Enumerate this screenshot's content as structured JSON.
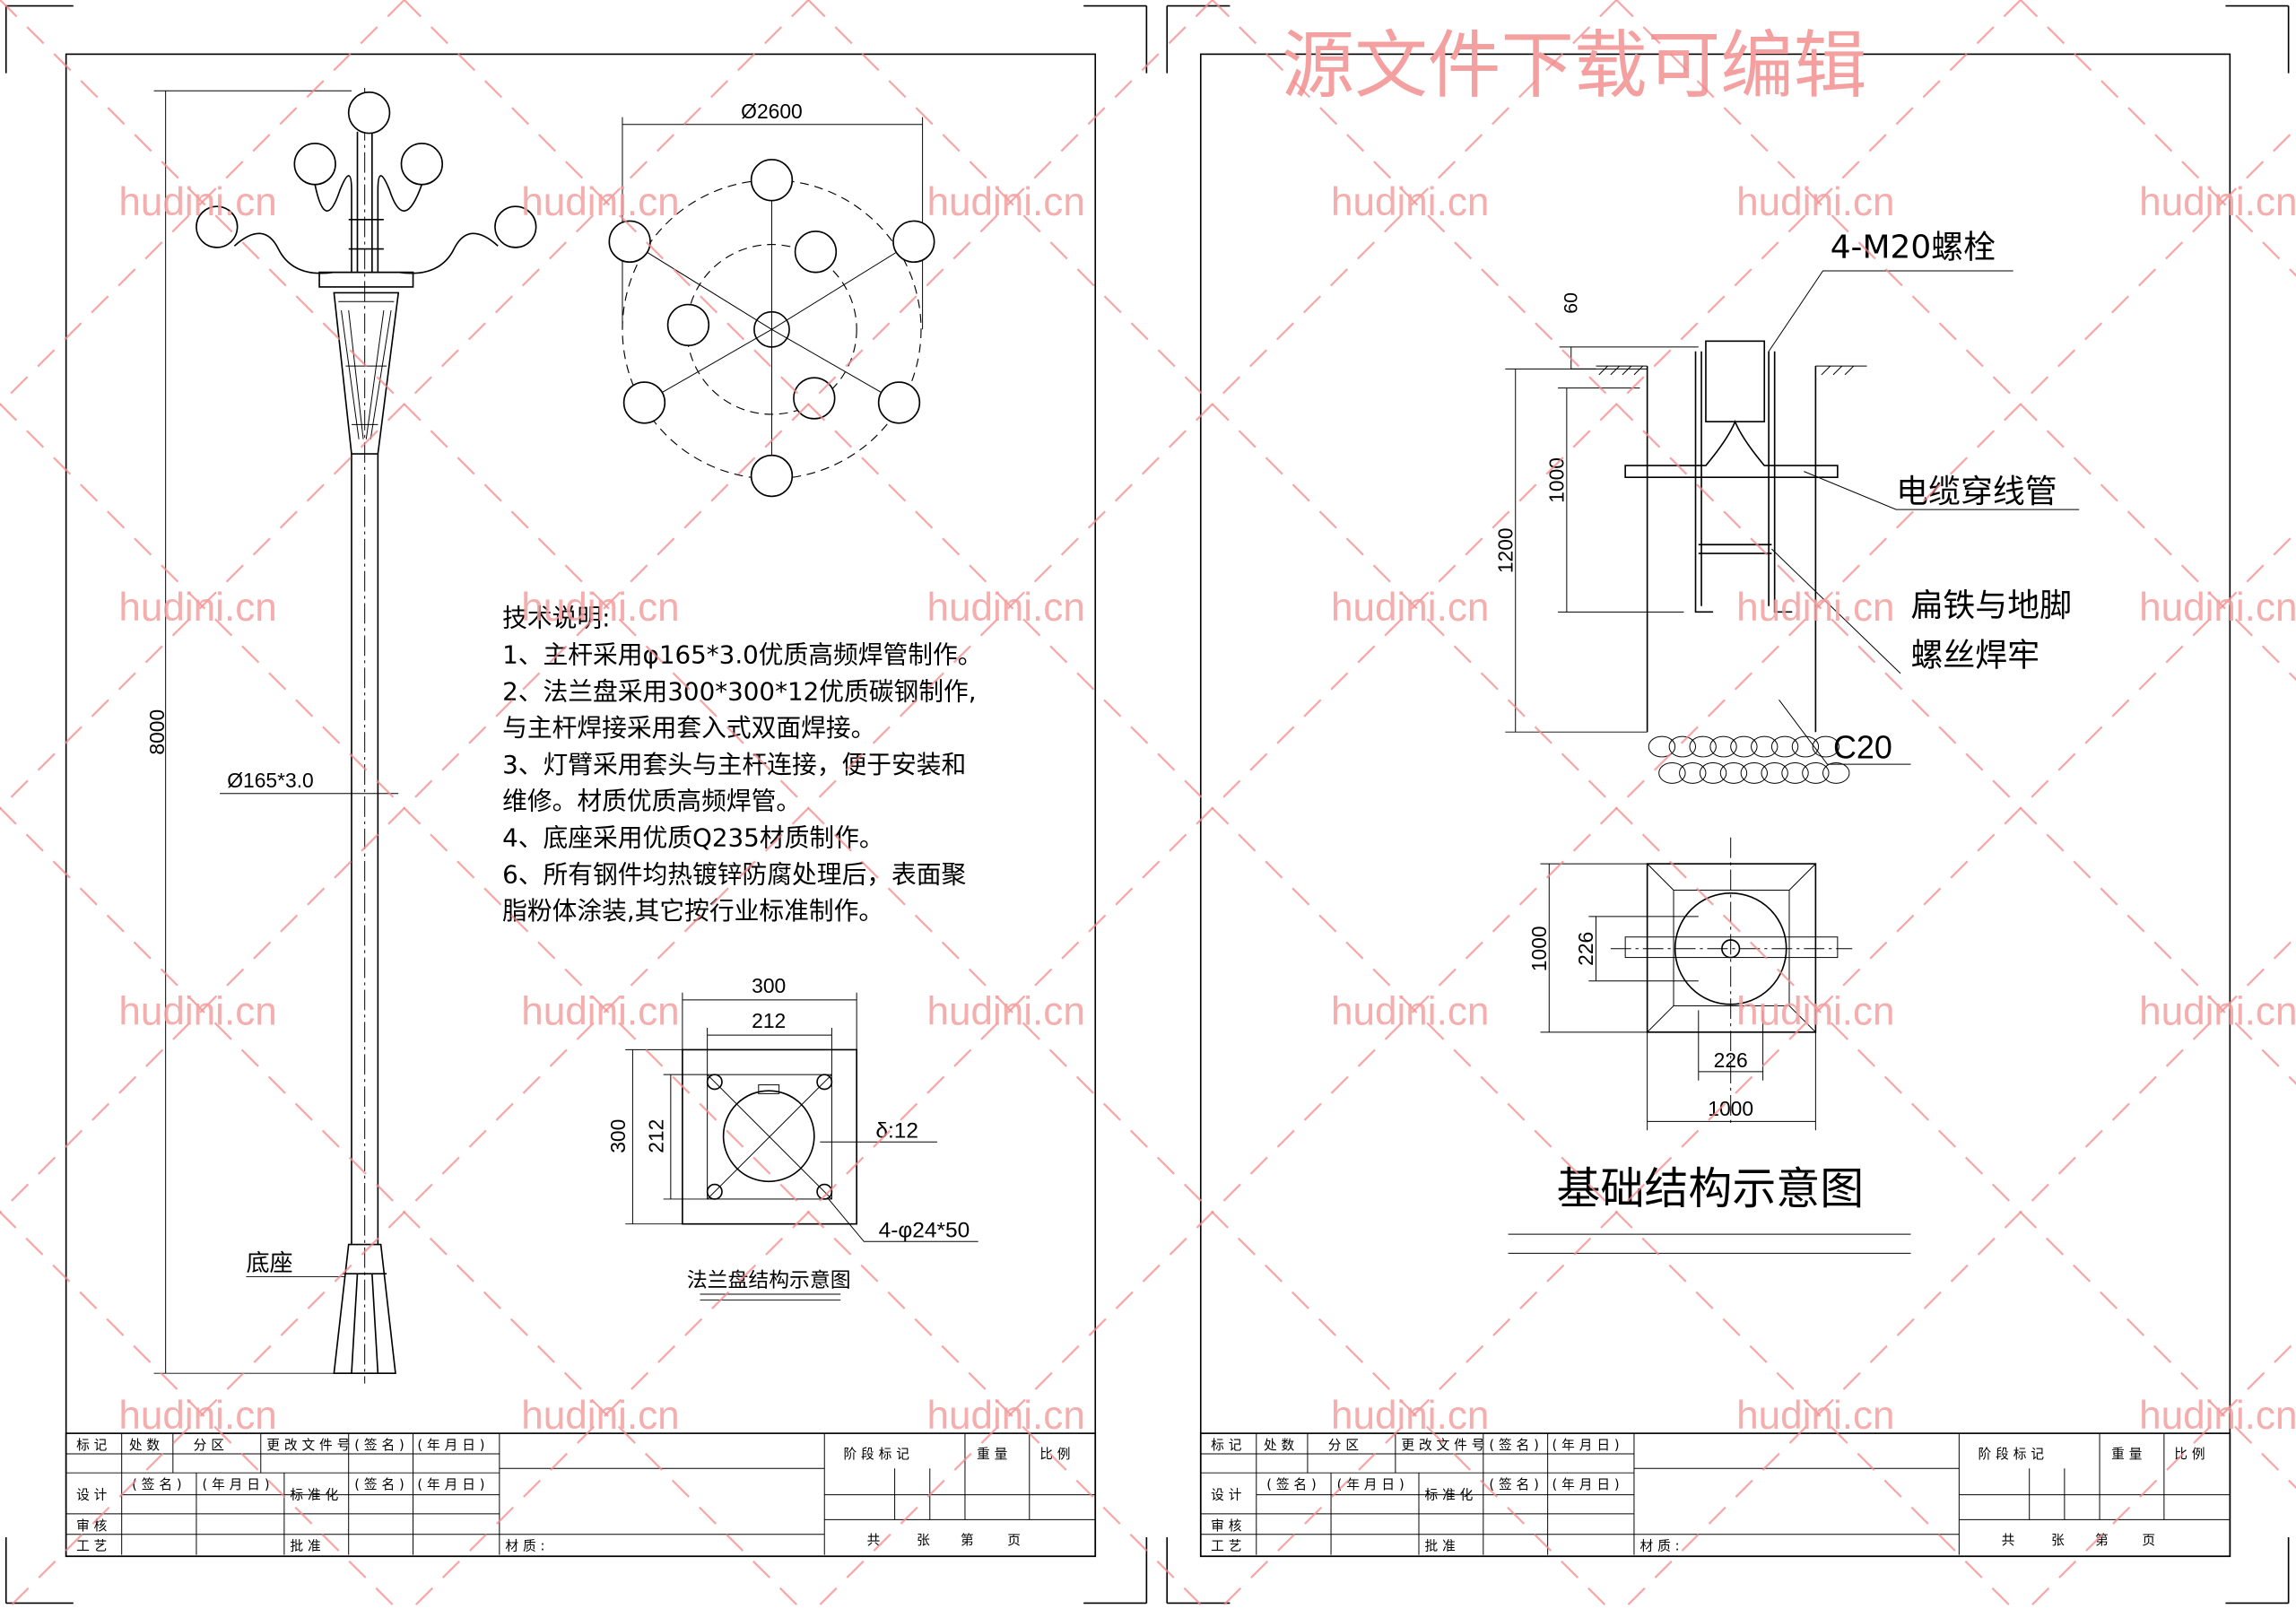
{
  "banner": "源文件下载可编辑",
  "watermark": {
    "text": "hudini.cn",
    "color": "#f4a0a0"
  },
  "pole_drawing": {
    "height_dim": "8000",
    "top_view_dim": "Ø2600",
    "pole_dim": "Ø165*3.0",
    "base_label": "底座"
  },
  "tech_notes": {
    "title": "技术说明:",
    "lines": [
      "1、主杆采用φ165*3.0优质高频焊管制作。",
      "2、法兰盘采用300*300*12优质碳钢制作,",
      "与主杆焊接采用套入式双面焊接。",
      "3、灯臂采用套头与主杆连接，便于安装和",
      "维修。材质优质高频焊管。",
      "4、底座采用优质Q235材质制作。",
      "6、所有钢件均热镀锌防腐处理后，表面聚",
      "脂粉体涂装,其它按行业标准制作。"
    ]
  },
  "flange": {
    "dim_outer_w": "300",
    "dim_inner_w": "212",
    "dim_outer_h": "300",
    "dim_inner_h": "212",
    "thickness": "δ:12",
    "holes": "4-φ24*50",
    "caption": "法兰盘结构示意图"
  },
  "foundation": {
    "bolts": "4-M20螺栓",
    "dim_60": "60",
    "dim_1000": "1000",
    "dim_1200": "1200",
    "cable": "电缆穿线管",
    "weld_1": "扁铁与地脚",
    "weld_2": "螺丝焊牢",
    "concrete": "C20",
    "plan_dim_h": "1000",
    "plan_dim_226_v": "226",
    "plan_dim_226_h": "226",
    "plan_dim_w": "1000",
    "title": "基础结构示意图"
  },
  "title_block": {
    "mark": "标记",
    "count": "处数",
    "zone": "分区",
    "change_doc": "更改文件号",
    "sign": "(签名)",
    "date": "(年月日)",
    "design": "设计",
    "standard": "标准化",
    "review": "审核",
    "process": "工艺",
    "approve": "批准",
    "material": "材质:",
    "stage": "阶段标记",
    "weight": "重量",
    "scale": "比例",
    "total": "共",
    "sheets": "张",
    "nth": "第",
    "page": "页"
  }
}
